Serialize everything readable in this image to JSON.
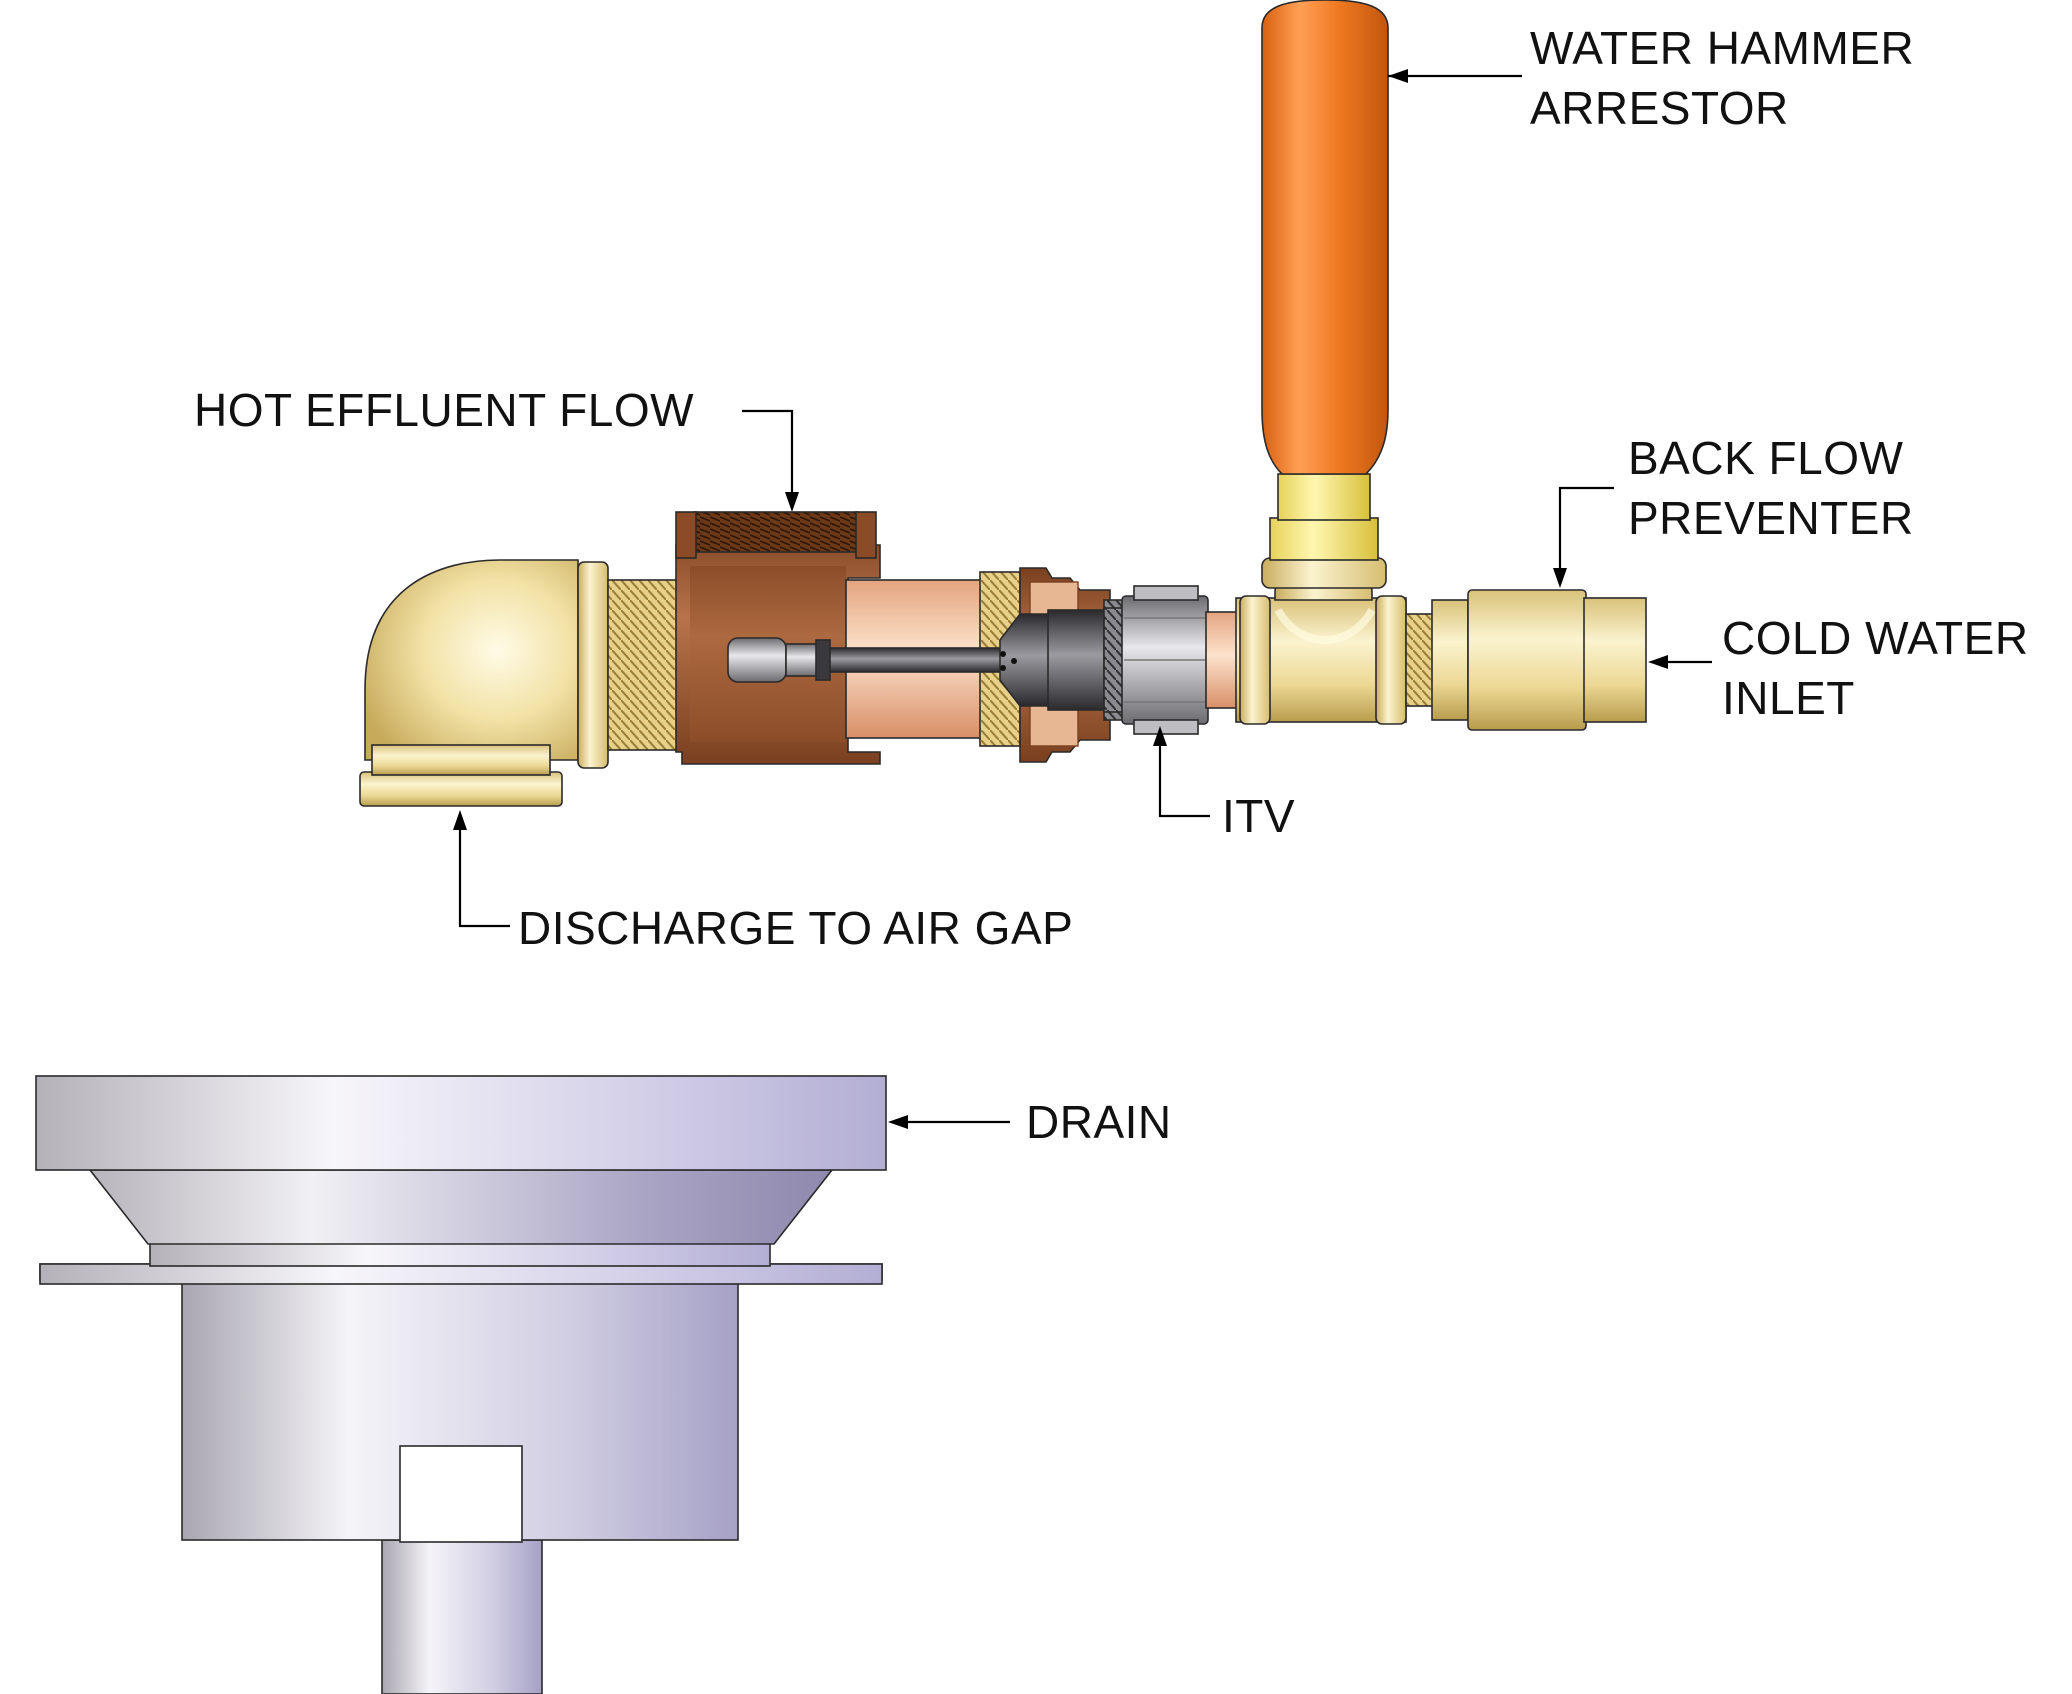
{
  "labels": {
    "water_hammer_arrestor": [
      "WATER HAMMER",
      "ARRESTOR"
    ],
    "hot_effluent_flow": "HOT EFFLUENT FLOW",
    "back_flow_preventer": [
      "BACK FLOW",
      "PREVENTER"
    ],
    "cold_water_inlet": [
      "COLD WATER",
      "INLET"
    ],
    "itv": "ITV",
    "discharge_to_air_gap": "DISCHARGE TO AIR GAP",
    "drain": "DRAIN"
  },
  "colors": {
    "brass_light": "#fbf1c8",
    "brass": "#e9d38c",
    "brass_dark": "#b89c4c",
    "bronze": "#a8623a",
    "bronze_dark": "#6e3a1c",
    "copper": "#f3c7a4",
    "orange": "#f07a22",
    "orange_dark": "#c2560e",
    "steel": "#c9c9cd",
    "steel_dark": "#4a4a4e",
    "drain_light": "#f2f0f6",
    "drain_mid": "#c9c6dc",
    "drain_dark": "#9d9aae"
  }
}
